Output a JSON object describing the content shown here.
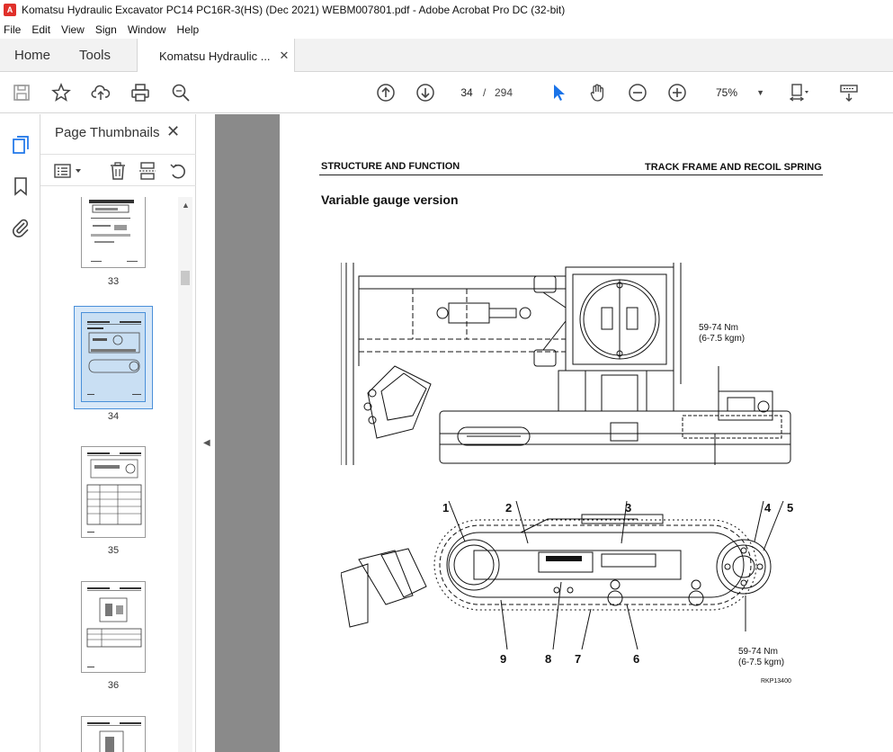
{
  "window": {
    "title": "Komatsu Hydraulic Excavator PC14 PC16R-3(HS) (Dec 2021) WEBM007801.pdf - Adobe Acrobat Pro DC (32-bit)"
  },
  "menu": [
    "File",
    "Edit",
    "View",
    "Sign",
    "Window",
    "Help"
  ],
  "tabs": {
    "home": "Home",
    "tools": "Tools",
    "document": "Komatsu Hydraulic ..."
  },
  "toolbar": {
    "current_page": "34",
    "page_separator": "/",
    "total_pages": "294",
    "zoom": "75%"
  },
  "panel": {
    "title": "Page Thumbnails",
    "thumbnails": [
      {
        "label": "33",
        "selected": false
      },
      {
        "label": "34",
        "selected": true
      },
      {
        "label": "35",
        "selected": false
      },
      {
        "label": "36",
        "selected": false
      }
    ]
  },
  "document_page": {
    "header_left": "STRUCTURE AND FUNCTION",
    "header_right": "TRACK FRAME AND RECOIL SPRING",
    "section_title": "Variable gauge version",
    "torque_top_line1": "59-74 Nm",
    "torque_top_line2": "(6-7.5 kgm)",
    "torque_bottom_line1": "59-74 Nm",
    "torque_bottom_line2": "(6-7.5 kgm)",
    "callouts": [
      "1",
      "2",
      "3",
      "4",
      "5",
      "6",
      "7",
      "8",
      "9"
    ],
    "figure_code": "RKP13400"
  },
  "colors": {
    "accent_blue": "#1a73e8",
    "pdf_red": "#e0302a",
    "viewer_gray": "#8a8a8a"
  }
}
